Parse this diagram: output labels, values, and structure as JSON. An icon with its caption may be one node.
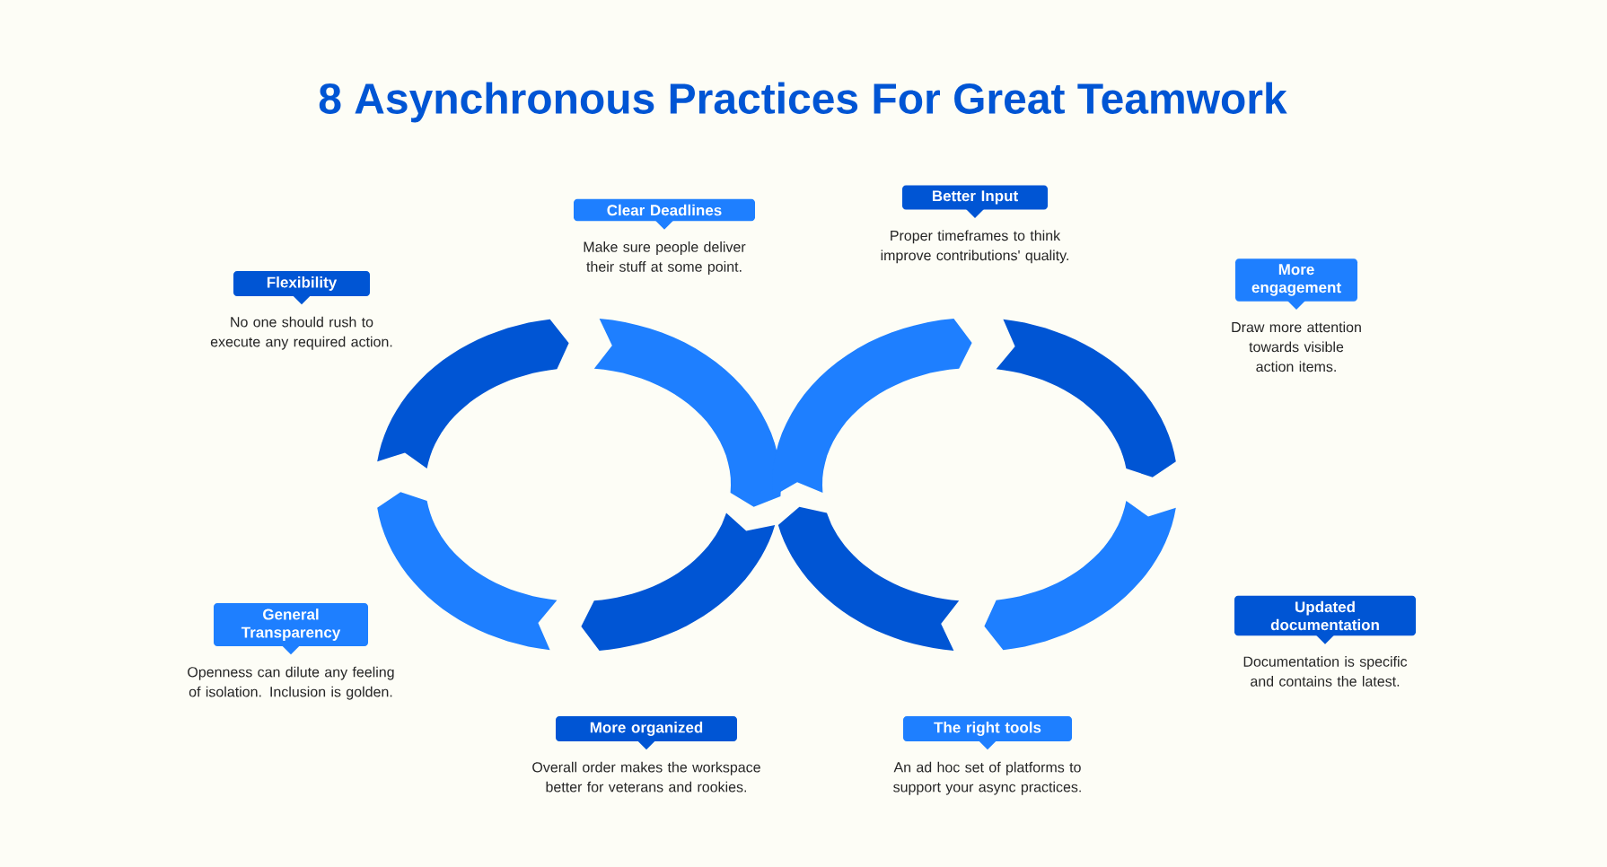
{
  "diagram": {
    "title": "8 Asynchronous Practices For Great Teamwork",
    "nodes": [
      {
        "text": [
          "Flexibility"
        ],
        "beside": [
          "No one should rush to execute any required action."
        ]
      },
      {
        "text": [
          "Clear Deadlines"
        ],
        "beside": [
          "Make sure people deliver their stuff at some point."
        ]
      },
      {
        "text": [
          "Better Input"
        ],
        "beside": [
          "Proper timeframes to think improve contributions' quality."
        ]
      },
      {
        "text": [
          "More engagement"
        ],
        "beside": [
          "Draw more attention towards visible action items."
        ]
      },
      {
        "text": [
          "General Transparency"
        ],
        "beside": [
          "Openness can dilute any feeling of isolation. Inclusion is golden."
        ]
      },
      {
        "text": [
          "Updated documentation"
        ],
        "beside": [
          "Documentation is specific and contains the latest."
        ]
      },
      {
        "text": [
          "More organized"
        ],
        "beside": [
          "Overall order makes the workspace better for veterans and rookies."
        ]
      },
      {
        "text": [
          "The right tools"
        ],
        "beside": [
          "An ad hoc set of platforms to support your async practices."
        ]
      }
    ]
  }
}
